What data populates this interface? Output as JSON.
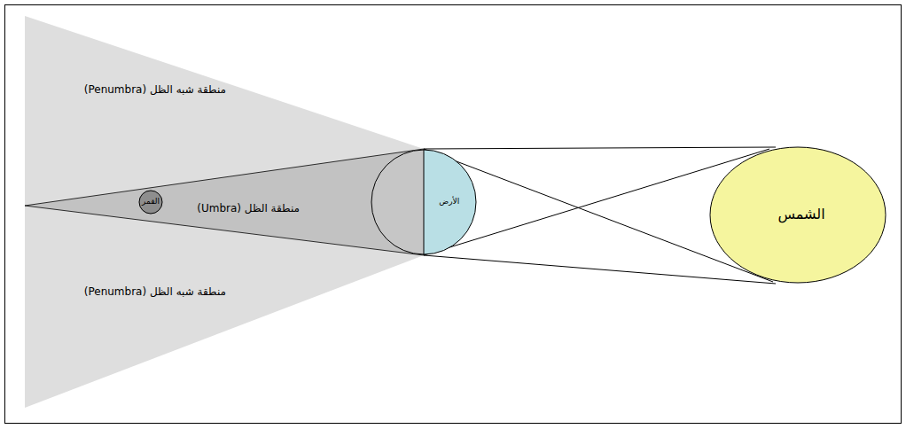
{
  "diagram": {
    "nodes": [
      {
        "text": [
          "الشمس"
        ]
      },
      {
        "text": [
          "الأرض"
        ]
      },
      {
        "text": [
          "القمر"
        ]
      }
    ],
    "labels": [
      "منطقة شبه الظل (Penumbra)",
      "منطقة الظل (Umbra)",
      "منطقة شبه الظل (Penumbra)"
    ]
  }
}
